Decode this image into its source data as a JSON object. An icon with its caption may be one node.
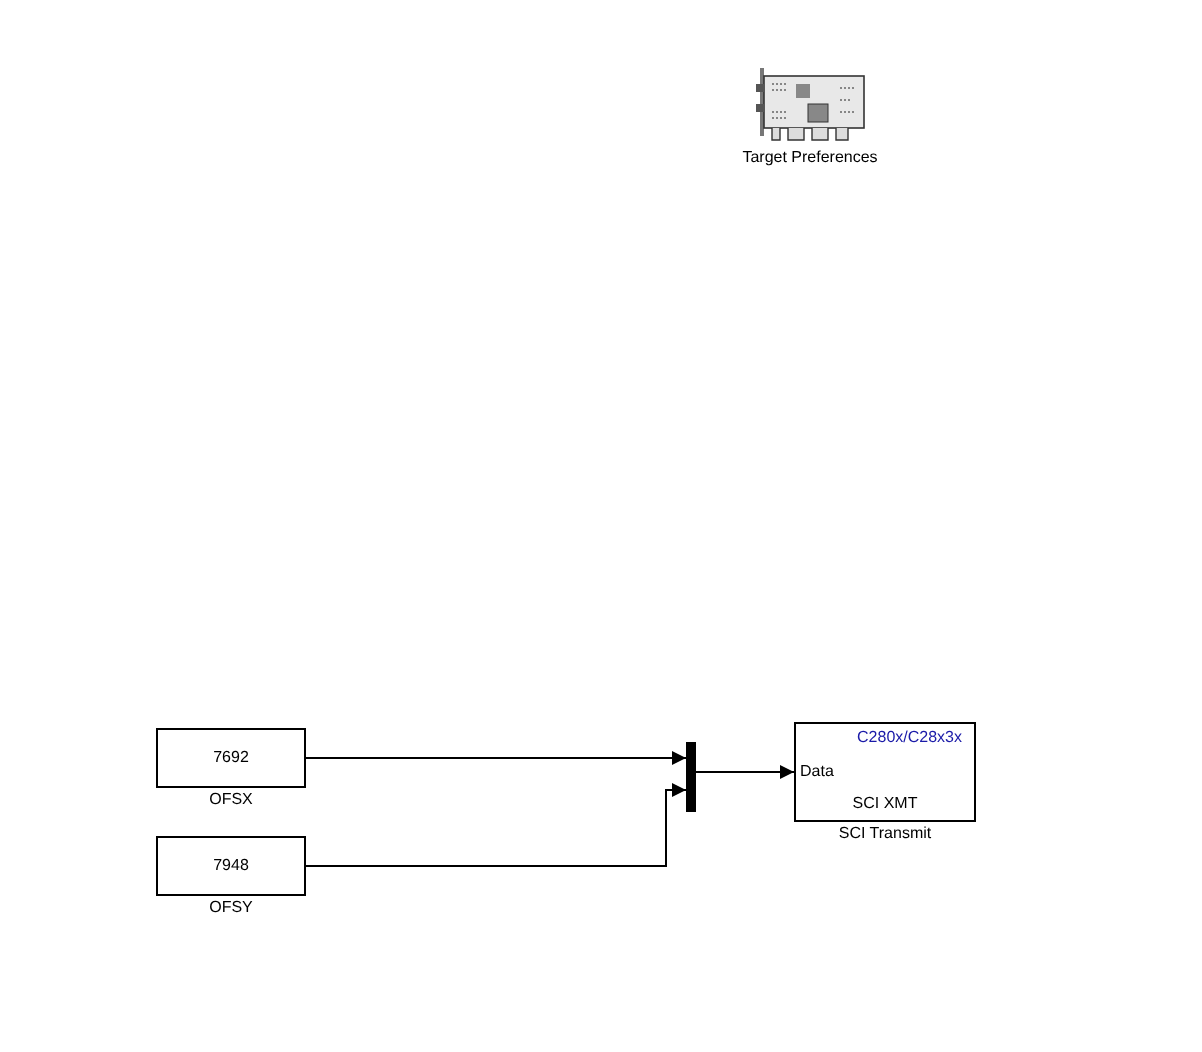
{
  "diagram": {
    "nodes": [
      {
        "text": [
          "Target Preferences"
        ]
      },
      {
        "text": [
          "7692"
        ],
        "beside": [
          "OFSX"
        ]
      },
      {
        "text": [
          "7948"
        ],
        "beside": [
          "OFSY"
        ]
      },
      {
        "text": [],
        "shape": "bar"
      },
      {
        "text": [
          "C280x/C28x3x",
          "Data",
          "SCI XMT"
        ],
        "beside": [
          "SCI Transmit"
        ]
      }
    ],
    "edges": [
      {
        "from": 1,
        "to": 3,
        "arrow": "to"
      },
      {
        "from": 2,
        "to": 3,
        "arrow": "to"
      },
      {
        "from": 3,
        "to": 4,
        "arrow": "to"
      }
    ]
  }
}
